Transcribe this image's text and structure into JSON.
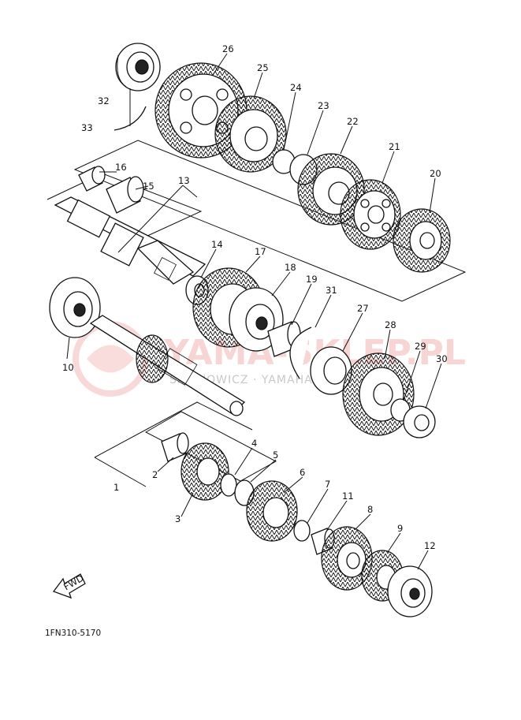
{
  "diagram": {
    "code": "1FN310-5170",
    "fwd_label": "FWD",
    "watermark": {
      "main": "YAMA-SKLEP.PL",
      "sub": "SIECHOWICZ · YAMAHA"
    },
    "callouts": [
      "1",
      "2",
      "3",
      "4",
      "5",
      "6",
      "7",
      "8",
      "9",
      "10",
      "11",
      "12",
      "13",
      "14",
      "15",
      "16",
      "17",
      "18",
      "19",
      "20",
      "21",
      "22",
      "23",
      "24",
      "25",
      "26",
      "27",
      "28",
      "29",
      "30",
      "31",
      "32",
      "33"
    ]
  }
}
